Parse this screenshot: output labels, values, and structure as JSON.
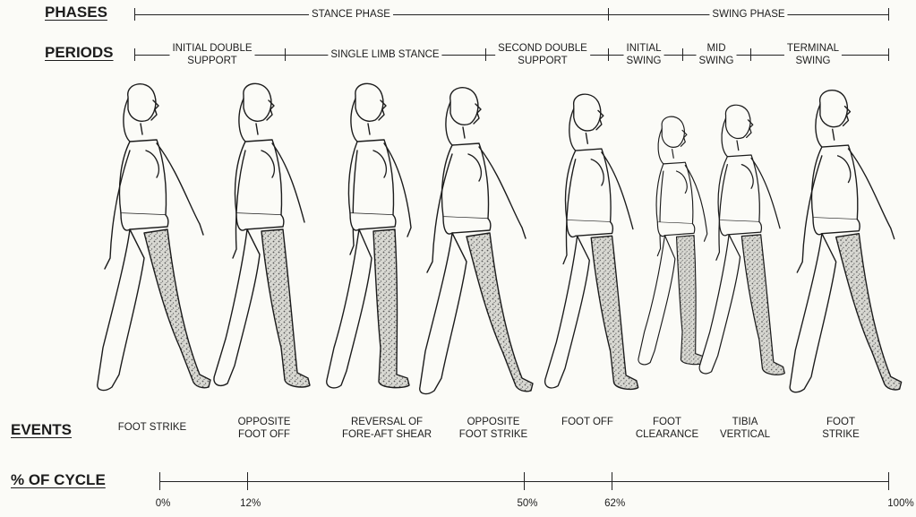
{
  "headers": {
    "phases": "PHASES",
    "periods": "PERIODS",
    "events": "EVENTS",
    "cycle": "% OF CYCLE"
  },
  "phases": [
    {
      "label": "STANCE PHASE"
    },
    {
      "label": "SWING PHASE"
    }
  ],
  "periods": [
    {
      "line1": "INITIAL DOUBLE",
      "line2": "SUPPORT"
    },
    {
      "line1": "SINGLE LIMB STANCE",
      "line2": ""
    },
    {
      "line1": "SECOND DOUBLE",
      "line2": "SUPPORT"
    },
    {
      "line1": "INITIAL",
      "line2": "SWING"
    },
    {
      "line1": "MID",
      "line2": "SWING"
    },
    {
      "line1": "TERMINAL",
      "line2": "SWING"
    }
  ],
  "events": [
    {
      "line1": "FOOT STRIKE",
      "line2": ""
    },
    {
      "line1": "OPPOSITE",
      "line2": "FOOT OFF"
    },
    {
      "line1": "REVERSAL OF",
      "line2": "FORE-AFT SHEAR"
    },
    {
      "line1": "OPPOSITE",
      "line2": "FOOT STRIKE"
    },
    {
      "line1": "FOOT OFF",
      "line2": ""
    },
    {
      "line1": "FOOT",
      "line2": "CLEARANCE"
    },
    {
      "line1": "TIBIA",
      "line2": "VERTICAL"
    },
    {
      "line1": "FOOT",
      "line2": "STRIKE"
    }
  ],
  "cycle_marks": [
    {
      "label": "0%",
      "value": 0
    },
    {
      "label": "12%",
      "value": 12
    },
    {
      "label": "50%",
      "value": 50
    },
    {
      "label": "62%",
      "value": 62
    },
    {
      "label": "100%",
      "value": 100
    }
  ],
  "figures": [
    {
      "stage": "foot-strike"
    },
    {
      "stage": "opposite-foot-off"
    },
    {
      "stage": "reversal-of-fore-aft-shear"
    },
    {
      "stage": "opposite-foot-strike"
    },
    {
      "stage": "foot-off"
    },
    {
      "stage": "foot-clearance"
    },
    {
      "stage": "tibia-vertical"
    },
    {
      "stage": "foot-strike"
    }
  ],
  "colors": {
    "ink": "#1c1c1c",
    "paper": "#fbfbf7",
    "shade": "#8a8a8a"
  }
}
